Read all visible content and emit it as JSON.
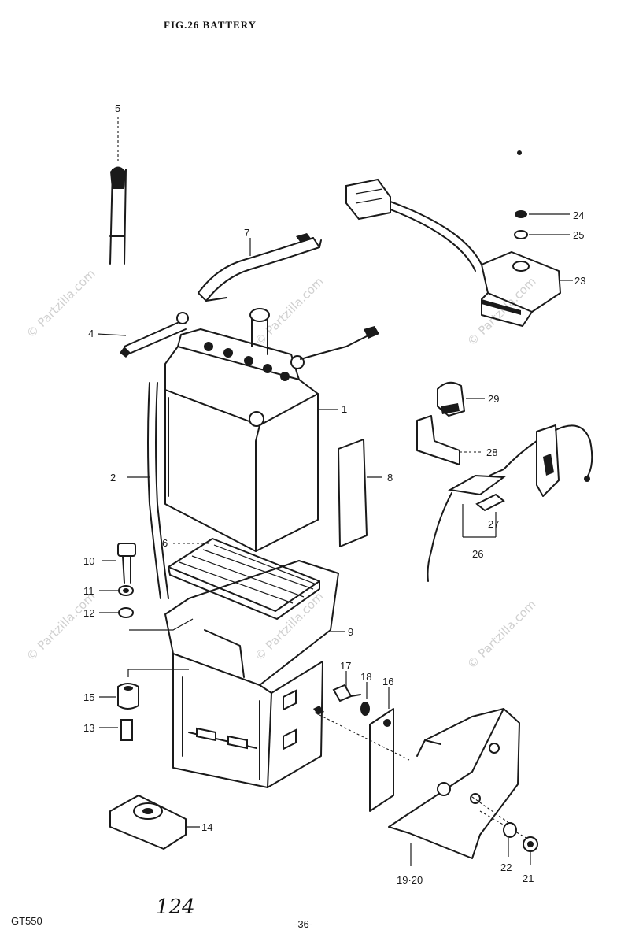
{
  "header": {
    "title": "FIG.26  BATTERY"
  },
  "footer": {
    "model": "GT550",
    "page": "-36-",
    "handwritten": "124"
  },
  "watermark": {
    "text": "© Partzilla.com"
  },
  "callouts": {
    "c1": "1",
    "c2": "2",
    "c4": "4",
    "c5": "5",
    "c6": "6",
    "c7": "7",
    "c8": "8",
    "c9": "9",
    "c10": "10",
    "c11": "11",
    "c12": "12",
    "c13": "13",
    "c14": "14",
    "c15": "15",
    "c16": "16",
    "c17": "17",
    "c18": "18",
    "c19": "19·20",
    "c21": "21",
    "c22": "22",
    "c23": "23",
    "c24": "24",
    "c25": "25",
    "c26": "26",
    "c27": "27",
    "c28": "28",
    "c29": "29"
  }
}
